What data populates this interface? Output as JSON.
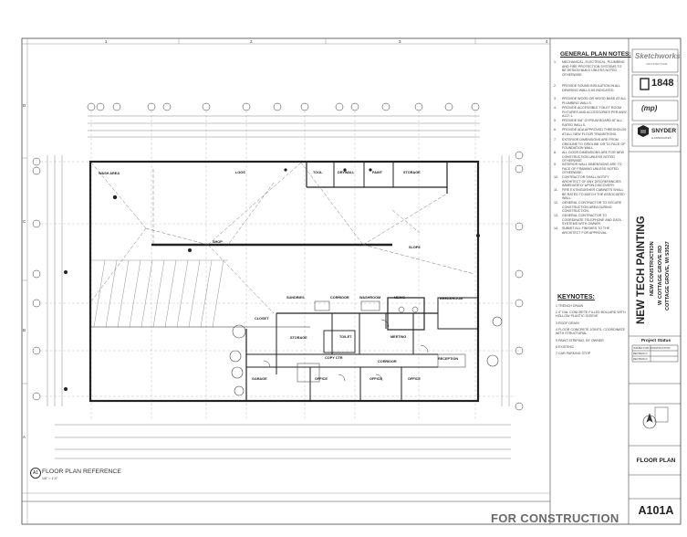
{
  "grid": {
    "columns": [
      "1",
      "2",
      "3",
      "4"
    ],
    "rows": [
      "D",
      "C",
      "B",
      "A"
    ]
  },
  "general_notes": {
    "title": "GENERAL PLAN NOTES:",
    "items": [
      {
        "n": "1.",
        "text": "MECHANICAL, ELECTRICAL, PLUMBING AND FIRE PROTECTION SYSTEMS TO BE DESIGN BUILD UNLESS NOTED OTHERWISE."
      },
      {
        "n": "2.",
        "text": "PROVIDE SOUND INSULATION IN ALL DEMISING WALLS AS INDICATED."
      },
      {
        "n": "3.",
        "text": "PROVIDE WOOD OR WOOD BASE AT ALL PLUMBING WALLS."
      },
      {
        "n": "4.",
        "text": "PROVIDE ACCESSIBLE TOILET ROOM FIXTURES AND ACCESSORIES PER ANSI A117.1."
      },
      {
        "n": "5.",
        "text": "PROVIDE 5/8\" GYPSUM BOARD AT ALL RATED WALLS."
      },
      {
        "n": "6.",
        "text": "PROVIDE ADA APPROVED THRESHOLDS AT ALL NEW FLOOR TRANSITIONS."
      },
      {
        "n": "7.",
        "text": "EXTERIOR DIMENSIONS ARE FROM GRIDLINE TO GRIDLINE OR TO FACE OF FOUNDATION WALL."
      },
      {
        "n": "8.",
        "text": "ALL DOOR DIMENSIONS ARE FOR NEW CONSTRUCTION UNLESS NOTED OTHERWISE."
      },
      {
        "n": "9.",
        "text": "INTERIOR WALL DIMENSIONS ARE TO FACE OF FRAMING UNLESS NOTED OTHERWISE."
      },
      {
        "n": "10.",
        "text": "CONTRACTOR SHALL NOTIFY ARCHITECT OF ANY DISCREPANCIES IMMEDIATELY UPON DISCOVERY."
      },
      {
        "n": "11.",
        "text": "FIRE EXTINGUISHER CABINETS SHALL BE RATED TO MATCH THE ASSOCIATED WALL."
      },
      {
        "n": "12.",
        "text": "GENERAL CONTRACTOR TO SECURE CONSTRUCTION AREA DURING CONSTRUCTION."
      },
      {
        "n": "13.",
        "text": "GENERAL CONTRACTOR TO COORDINATE TELEPHONE AND DATA SYSTEMS WITH OWNER."
      },
      {
        "n": "14.",
        "text": "SUBMIT ALL FINISHES TO THE ARCHITECT FOR APPROVAL."
      }
    ]
  },
  "keynotes": {
    "title": "KEYNOTES:",
    "items": [
      "1   TRENCH DRAIN",
      "2   4\" DIA. CONCRETE FILLED BOLLARD WITH HOLLOW PLASTIC SLEEVE",
      "3   ROOF DRAIN",
      "4   FLOOR CONCRETE JOINTS, COORDINATE WITH STRUCTURAL",
      "5   PAINT STRIPING, BY OWNER",
      "6   EXISTING",
      "7   CAR PARKING STOP"
    ]
  },
  "brands": {
    "sketchworks": "Sketchworks",
    "sketchworks_sub": "ARCHITECTURE",
    "b1848": "1848",
    "mp": "(mp)",
    "snyder": "SNYDER",
    "snyder_sub": "& ASSOCIATES"
  },
  "project": {
    "title": "NEW TECH PAINTING",
    "sub1": "NEW CONSTRUCTION",
    "sub2": "W COTTAGE GROVE RD",
    "sub3": "COTTAGE GROVE, WI 53527"
  },
  "project_status": {
    "title": "Project Status",
    "rows": [
      "ISSUED FOR CONSTRUCTION",
      "REVISION 1",
      "REVISION 2"
    ]
  },
  "sheet": {
    "title": "FLOOR PLAN",
    "number": "A101A",
    "stamp": "FOR CONSTRUCTION"
  },
  "drawing": {
    "ref_num": "A1",
    "ref_title": "FLOOR PLAN REFERENCE",
    "ref_scale": "1/8\" = 1'-0\"",
    "rooms": [
      "WASH AREA",
      "LOGS",
      "TOOL",
      "DRYWALL",
      "PAINT",
      "STORAGE",
      "SUNDRIES",
      "CORRIDOR",
      "WASHROOM",
      "MEN'S",
      "BREAKROOM",
      "CLOSET",
      "STORAGE",
      "TOILET",
      "MEETING",
      "COPY CTR",
      "CORRIDOR",
      "RECEPTION",
      "GARAGE",
      "OFFICE",
      "OFFICE",
      "OFFICE",
      "SHOP",
      "SLOPE"
    ]
  }
}
